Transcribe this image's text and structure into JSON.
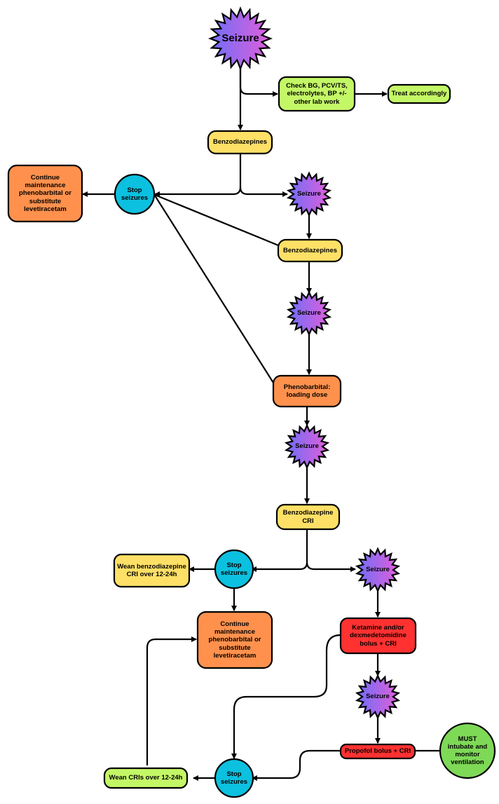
{
  "colors": {
    "burst_start": "#6f6ef6",
    "burst_end": "#e15fdc",
    "yellow": "#ffe066",
    "lime": "#c4f766",
    "orange": "#ff914d",
    "red": "#ff3131",
    "cyan": "#0cc0df",
    "green": "#7ed957",
    "stroke": "#000000"
  },
  "nodes": {
    "seizure_1": "Seizure",
    "check_labs": "Check BG, PCV/TS, electrolytes, BP +/- other lab work",
    "treat_accordingly": "Treat accordingly",
    "benzo_1": "Benzodiazepines",
    "stop_1": "Stop seizures",
    "continue_1": "Continue maintenance phenobarbital or substitute levetiracetam",
    "seizure_2": "Seizure",
    "benzo_2": "Benzodiazepines",
    "seizure_3": "Seizure",
    "phenobarbital": "Phenobarbital: loading dose",
    "seizure_4": "Seizure",
    "benzo_cri": "Benzodiazepine CRI",
    "stop_2": "Stop seizures",
    "wean_benzo": "Wean benzodiazepine CRI over 12-24h",
    "continue_2": "Continue maintenance phenobarbital or substitute levetiracetam",
    "seizure_5": "Seizure",
    "ketamine": "Ketamine and/or dexmedetomidine bolus + CRI",
    "seizure_6": "Seizure",
    "propofol": "Propofol bolus + CRI",
    "must_intubate": "MUST intubate and monitor ventilation",
    "stop_3": "Stop seizures",
    "wean_cris": "Wean CRIs over 12-24h"
  }
}
